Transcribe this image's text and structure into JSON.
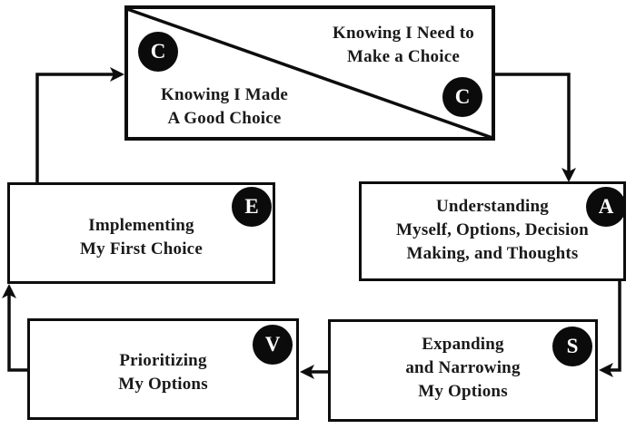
{
  "diagram": {
    "type": "cycle-flowchart",
    "nodes": {
      "communication_need": {
        "badge": "C",
        "label": "Knowing I Need to\nMake a Choice"
      },
      "communication_made": {
        "badge": "C",
        "label": "Knowing I Made\nA Good Choice"
      },
      "analysis": {
        "badge": "A",
        "label": "Understanding\nMyself, Options, Decision\nMaking, and Thoughts"
      },
      "synthesis": {
        "badge": "S",
        "label": "Expanding\nand Narrowing\nMy Options"
      },
      "valuing": {
        "badge": "V",
        "label": "Prioritizing\nMy Options"
      },
      "execution": {
        "badge": "E",
        "label": "Implementing\nMy First Choice"
      }
    },
    "edges": [
      "communication -> analysis",
      "analysis -> synthesis",
      "synthesis -> valuing",
      "valuing -> execution",
      "execution -> communication"
    ],
    "colors": {
      "line": "#0d0d0d",
      "badge_background": "#0b0b0b",
      "badge_text": "#ffffff",
      "text": "#1a1a1a",
      "background": "#ffffff"
    }
  }
}
